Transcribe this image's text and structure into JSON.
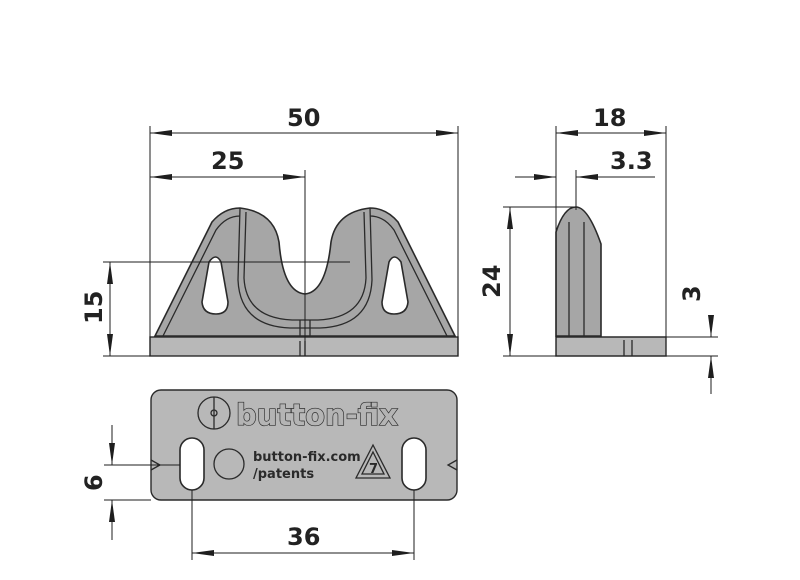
{
  "dimensions": {
    "front_width": "50",
    "front_half_width": "25",
    "front_height": "15",
    "side_depth": "18",
    "side_thickness": "3.3",
    "side_height": "24",
    "base_thickness": "3",
    "bottom_slot_width": "6",
    "bottom_hole_spacing": "36"
  },
  "plate": {
    "brand": "button-fix",
    "website": "button-fix.com",
    "patents": "/patents",
    "recycle_code": "7"
  },
  "colors": {
    "part_fill": "#a6a6a6",
    "outline": "#2a2a2a",
    "dimension_line": "#1e1e1e"
  }
}
